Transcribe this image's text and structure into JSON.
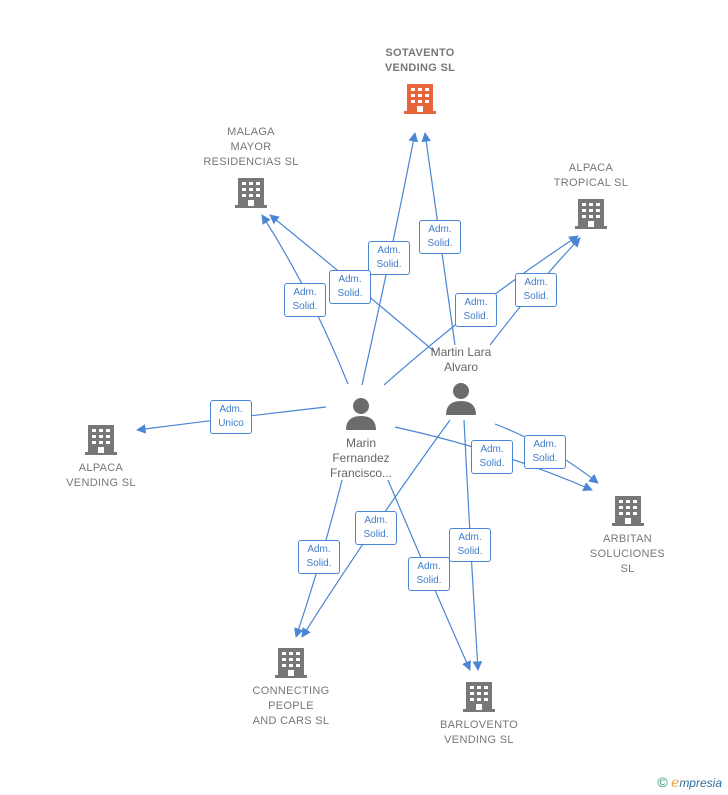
{
  "colors": {
    "edge": "#4a86d4",
    "building": "#777777",
    "building_main": "#e8643a",
    "person": "#6b6b6b"
  },
  "companies": {
    "sotavento": "SOTAVENTO\nVENDING  SL",
    "malaga": "MALAGA\nMAYOR\nRESIDENCIAS SL",
    "alpaca_tropical": "ALPACA\nTROPICAL  SL",
    "alpaca_vending": "ALPACA\nVENDING  SL",
    "arbitan": "ARBITAN\nSOLUCIONES\nSL",
    "connecting": "CONNECTING\nPEOPLE\nAND CARS  SL",
    "barlovento": "BARLOVENTO\nVENDING  SL"
  },
  "persons": {
    "marin": "Marin\nFernandez\nFrancisco...",
    "martin": "Martin Lara\nAlvaro"
  },
  "badges": {
    "adm_solid": "Adm.\nSolid.",
    "adm_unico": "Adm.\nUnico"
  },
  "icons": {
    "building": "building-icon",
    "person": "person-icon",
    "copyright": "copyright-icon"
  },
  "brand": {
    "copyright": "©",
    "e": "e",
    "rest": "mpresia"
  }
}
